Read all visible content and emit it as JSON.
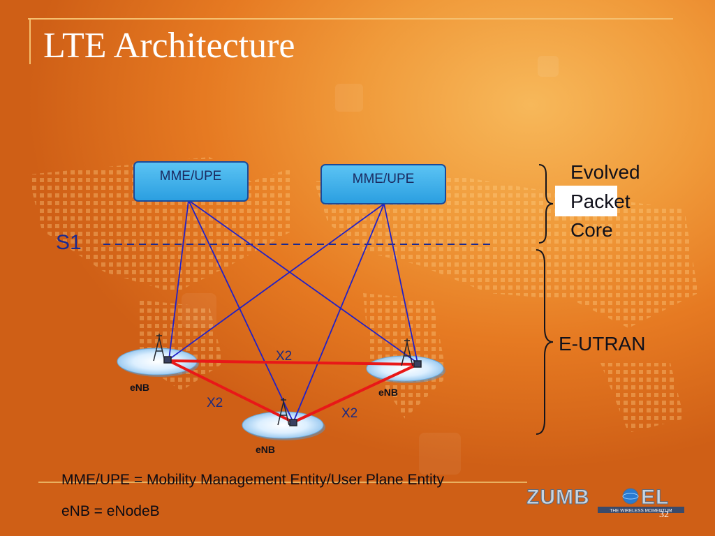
{
  "title": "LTE Architecture",
  "nodes": {
    "mme_left": "MME/UPE",
    "mme_right": "MME/UPE",
    "enb_left": "eNB",
    "enb_right": "eNB",
    "enb_bottom": "eNB"
  },
  "interfaces": {
    "s1": "S1",
    "x2_top": "X2",
    "x2_left": "X2",
    "x2_right": "X2"
  },
  "groups": {
    "epc_line1": "Evolved",
    "epc_line2": "Packet",
    "epc_line3": "Core",
    "eutran": "E-UTRAN"
  },
  "footnotes": {
    "mme_def": "MME/UPE = Mobility Management Entity/User Plane Entity",
    "enb_def": "eNB = eNodeB"
  },
  "logo": {
    "name": "ZUMBEL",
    "tagline": "THE WIRELESS MOMENTUM"
  },
  "page_number": "32",
  "colors": {
    "mme_fill": "#3aaee8",
    "s1_link": "#2020c8",
    "x2_link": "#e81818",
    "text_dark": "#10101a",
    "title": "#ffffff"
  }
}
